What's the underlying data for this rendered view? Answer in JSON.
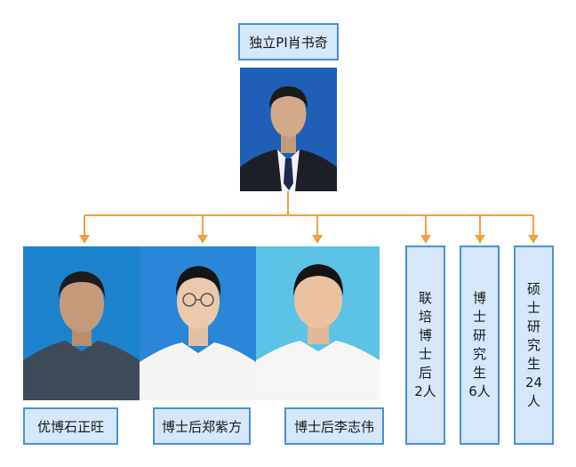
{
  "pi": {
    "label": "独立PI肖书奇"
  },
  "members": [
    {
      "label": "优博石正旺"
    },
    {
      "label": "博士后郑紫方"
    },
    {
      "label": "博士后李志伟"
    }
  ],
  "groups": [
    {
      "lines": [
        "联",
        "培",
        "博",
        "士",
        "后",
        "2人"
      ]
    },
    {
      "lines": [
        "博",
        "士",
        "研",
        "究",
        "生",
        "6人"
      ]
    },
    {
      "lines": [
        "硕",
        "士",
        "研",
        "究",
        "生",
        "24",
        "人"
      ]
    }
  ],
  "colors": {
    "connector": "#f0a040",
    "box_fill": "#d6e7f9",
    "box_border": "#4a90d9"
  }
}
